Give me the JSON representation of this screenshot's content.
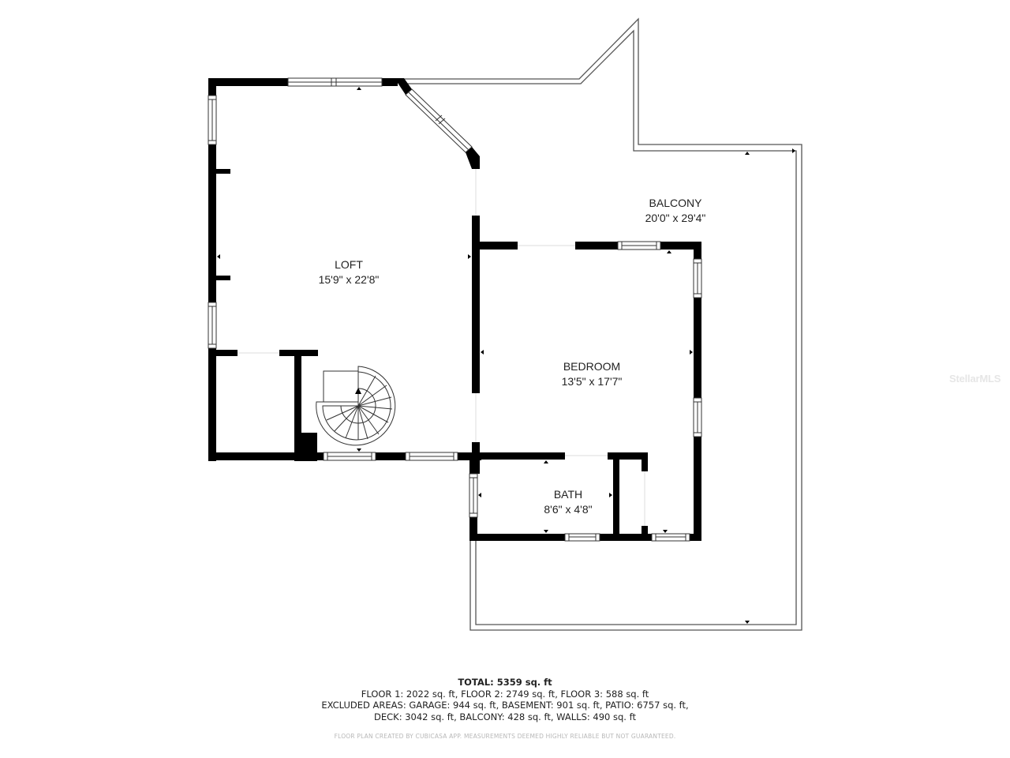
{
  "rooms": [
    {
      "id": "loft",
      "name": "LOFT",
      "dimensions": "15'9\" x 22'8\""
    },
    {
      "id": "bedroom",
      "name": "BEDROOM",
      "dimensions": "13'5\" x 17'7\""
    },
    {
      "id": "balcony",
      "name": "BALCONY",
      "dimensions": "20'0\" x 29'4\""
    },
    {
      "id": "bath",
      "name": "BATH",
      "dimensions": "8'6\" x 4'8\""
    }
  ],
  "summary": {
    "total": "TOTAL: 5359 sq. ft",
    "floors": "FLOOR 1: 2022 sq. ft, FLOOR 2: 2749 sq. ft, FLOOR 3: 588 sq. ft",
    "excluded_line1": "EXCLUDED AREAS: GARAGE: 944 sq. ft, BASEMENT: 901 sq. ft, PATIO: 6757 sq. ft,",
    "excluded_line2": "DECK: 3042 sq. ft, BALCONY: 428 sq. ft, WALLS: 490 sq. ft"
  },
  "disclaimer": "FLOOR PLAN CREATED BY CUBICASA APP. MEASUREMENTS DEEMED HIGHLY RELIABLE BUT NOT GUARANTEED.",
  "watermark": "StellarMLS",
  "colors": {
    "wall": "#000000",
    "railing": "#555555",
    "background": "#ffffff",
    "text": "#222222",
    "disclaimer": "#b8b8b8"
  }
}
